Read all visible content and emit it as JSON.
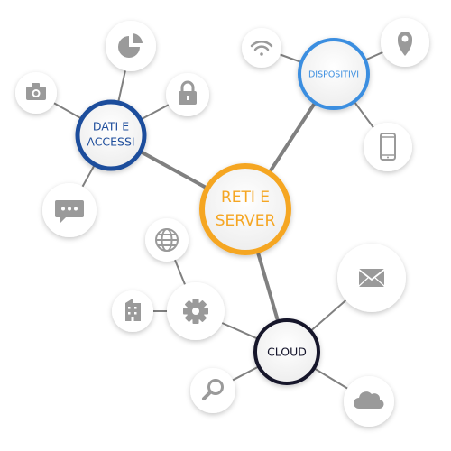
{
  "hubs": {
    "central": {
      "line1": "RETI E",
      "line2": "SERVER",
      "ring_color": "#f5a623",
      "text_color": "#f5a623"
    },
    "data_access": {
      "line1": "DATI E",
      "line2": "ACCESSI",
      "ring_color": "#1f4e9c",
      "text_color": "#1f4e9c"
    },
    "devices": {
      "label": "DISPOSITIVI",
      "ring_color": "#3b8ee0",
      "text_color": "#3b8ee0"
    },
    "cloud": {
      "label": "CLOUD",
      "ring_color": "#121229",
      "text_color": "#121229"
    }
  },
  "icons": {
    "data_access": [
      "pie-chart-icon",
      "camera-icon",
      "lock-icon",
      "chat-bubble-icon"
    ],
    "devices": [
      "wifi-icon",
      "location-pin-icon",
      "smartphone-icon"
    ],
    "cloud": [
      "globe-icon",
      "building-icon",
      "gear-icon",
      "envelope-icon",
      "search-icon",
      "cloud-icon"
    ]
  },
  "colors": {
    "connector": "#808080",
    "satellite_fill": "#ffffff",
    "icon_gray": "#9a9a9a"
  }
}
